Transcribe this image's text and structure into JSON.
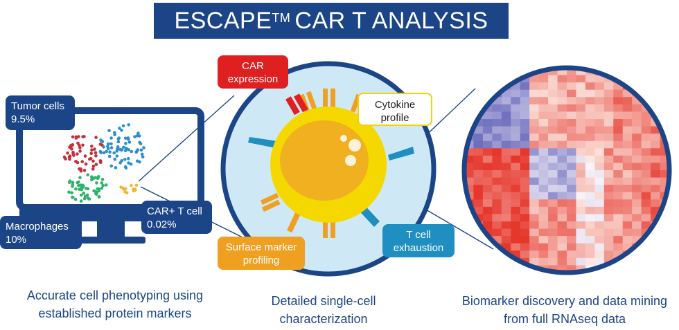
{
  "title": {
    "main": "ESCAPE",
    "superscript": "TM",
    "rest": "CAR T ANALYSIS"
  },
  "labels": {
    "tumor_cells": "Tumor cells 9.5%",
    "macrophages": "Macrophages 10%",
    "car_t_cell": "CAR+ T cell 0.02%",
    "car_expression": "CAR expression",
    "cytokine_profile": "Cytokine profile",
    "surface_marker": "Surface marker profiling",
    "t_cell_exhaustion": "T cell exhaustion"
  },
  "captions": {
    "left": "Accurate cell phenotyping using established protein markers",
    "middle": "Detailed single-cell characterization",
    "right": "Biomarker discovery and data mining from full RNAseq data"
  },
  "colors": {
    "navy": "#1c4587",
    "red": "#e02020",
    "orange": "#f0a020",
    "teal": "#1e8fc0",
    "cell_yellow": "#f5d800",
    "cell_core": "#f0b020",
    "halo": "#cfe8f5",
    "cluster_red": "#c0303a",
    "cluster_blue": "#2a8fcf",
    "cluster_green": "#2db36a",
    "cluster_yellow": "#f0b830"
  },
  "icons": {
    "monitor": "monitor-icon",
    "cell": "cell-icon",
    "magnifier": "magnifier-icon",
    "heatmap": "heatmap-icon"
  }
}
